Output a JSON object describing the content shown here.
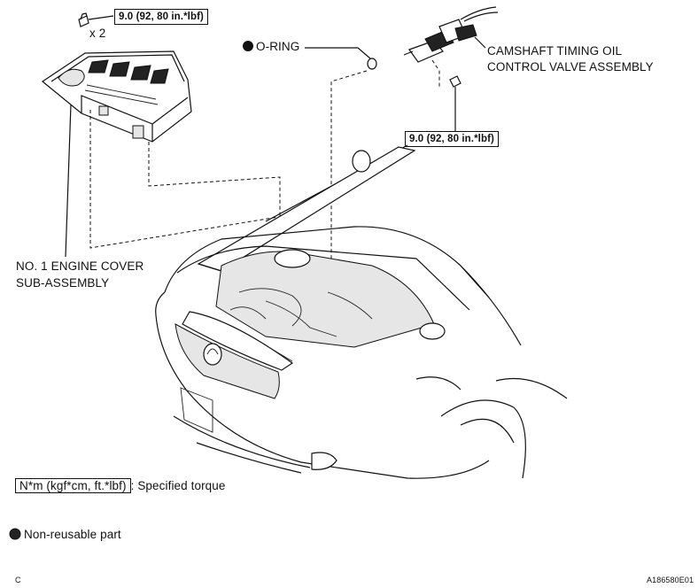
{
  "labels": {
    "torque_top": "9.0 (92, 80 in.*lbf)",
    "multiplier": "x 2",
    "o_ring": "O-RING",
    "valve_line1": "CAMSHAFT TIMING OIL",
    "valve_line2": "CONTROL VALVE ASSEMBLY",
    "torque_right": "9.0 (92, 80 in.*lbf)",
    "cover_line1": "NO. 1 ENGINE COVER",
    "cover_line2": "SUB-ASSEMBLY"
  },
  "legend": {
    "torque_unit": "N*m (kgf*cm, ft.*lbf)",
    "torque_desc": ": Specified torque",
    "non_reusable": "Non-reusable part"
  },
  "footer": {
    "left_code": "C",
    "right_code": "A186580E01"
  },
  "icons": {
    "non_reusable_marker": "filled-circle",
    "fastener": "bolt"
  }
}
